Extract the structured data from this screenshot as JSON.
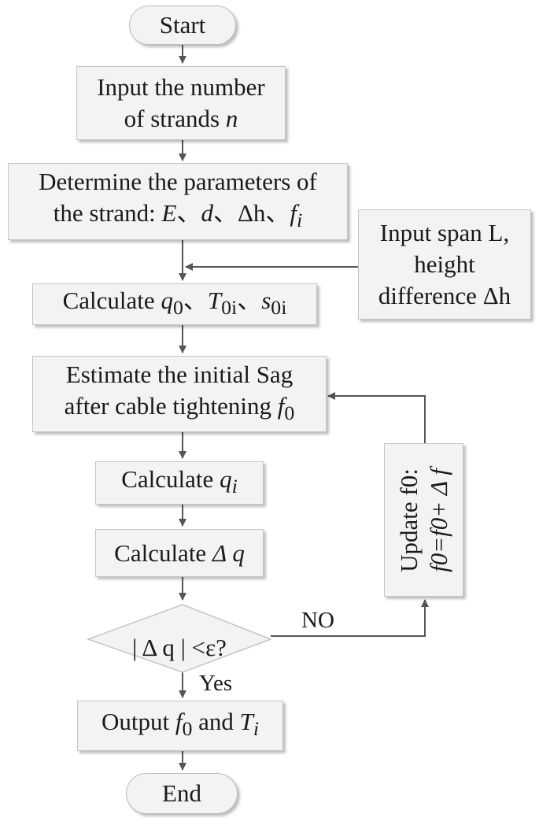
{
  "nodes": {
    "start": "Start",
    "input_strands_l1": "Input the number",
    "input_strands_l2_text": "of strands ",
    "input_strands_var": "n",
    "determine_l1": "Determine the parameters of",
    "determine_l2_text": "the strand: ",
    "determine_params": [
      "E",
      "d",
      "Δh",
      "f"
    ],
    "determine_param_sub": "i",
    "sep": "、",
    "input_span_l1": "Input span L,",
    "input_span_l2": "height",
    "input_span_l3_text": "difference ",
    "input_span_l3_var": "Δh",
    "calc1_text": "Calculate ",
    "calc1_vars": [
      "q",
      "T",
      "s"
    ],
    "calc1_subs": [
      "0",
      "0i",
      "0i"
    ],
    "estimate_l1": "Estimate the initial Sag",
    "estimate_l2_text": "after cable tightening ",
    "estimate_var": "f",
    "estimate_sub": "0",
    "calc_qi_text": "Calculate ",
    "calc_qi_var": "q",
    "calc_qi_sub": "i",
    "calc_dq_text": "Calculate ",
    "calc_dq_var": "Δ q",
    "decision": "| Δ q | <ε?",
    "update_l1": "Update f0:",
    "update_l2": "f0=f0+ Δ f",
    "output_text": "Output ",
    "output_var1": "f",
    "output_sub1": "0",
    "output_and": " and ",
    "output_var2": "T",
    "output_sub2": "i",
    "end": "End"
  },
  "labels": {
    "no": "NO",
    "yes": "Yes"
  },
  "colors": {
    "box_fill": "#f3f3f3",
    "box_border": "#c4c4c4",
    "arrow": "#555555"
  }
}
